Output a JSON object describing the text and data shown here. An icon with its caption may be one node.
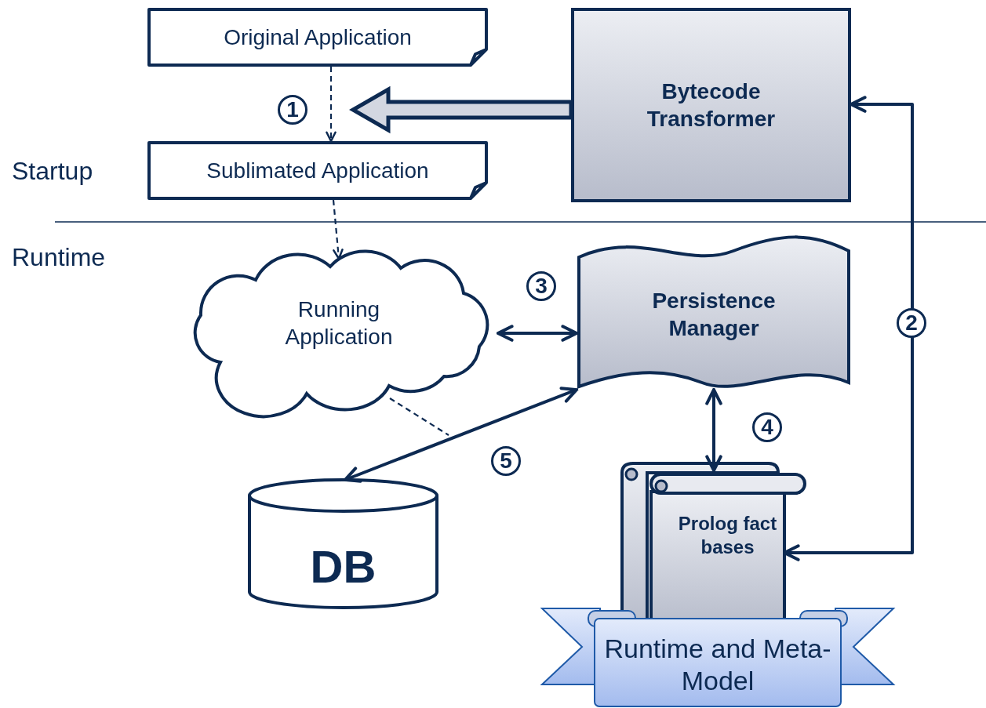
{
  "diagram": {
    "nodes": [
      {
        "text": [
          "Original Application"
        ]
      },
      {
        "text": [
          "Sublimated Application"
        ]
      },
      {
        "text": [
          "Bytecode Transformer"
        ]
      },
      {
        "text": [
          "Running Application"
        ]
      },
      {
        "text": [
          "Persistence Manager"
        ]
      },
      {
        "text": [
          "DB"
        ]
      },
      {
        "text": [
          "Prolog fact bases"
        ]
      },
      {
        "text": [
          "Runtime and Meta-Model"
        ]
      }
    ],
    "edges": [
      {
        "from": 0,
        "to": 1,
        "arrow": "to",
        "style": "dashed"
      },
      {
        "from": 1,
        "to": 3,
        "arrow": "to",
        "style": "dashed"
      },
      {
        "from": 2,
        "to": null,
        "arrow": "to",
        "style": "thick"
      },
      {
        "from": 2,
        "to": 6,
        "arrow": "both"
      },
      {
        "from": 3,
        "to": 4,
        "arrow": "both"
      },
      {
        "from": 4,
        "to": 6,
        "arrow": "both"
      },
      {
        "from": 5,
        "to": 4,
        "arrow": "both"
      },
      {
        "from": 3,
        "to": null,
        "arrow": "none",
        "style": "dashed"
      }
    ],
    "labels": [
      "1",
      "Startup",
      "Runtime",
      "3",
      "2",
      "4",
      "5"
    ]
  }
}
